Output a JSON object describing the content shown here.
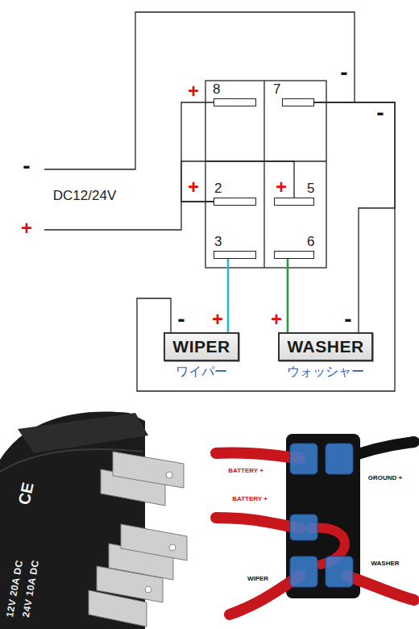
{
  "diagram": {
    "nodes": [
      {
        "text": [
          "8"
        ]
      },
      {
        "text": [
          "7"
        ]
      },
      {
        "text": [
          "2"
        ]
      },
      {
        "text": [
          "5"
        ]
      },
      {
        "text": [
          "3"
        ]
      },
      {
        "text": [
          "6"
        ]
      },
      {
        "text": [
          "WIPER",
          "ワイパー"
        ]
      },
      {
        "text": [
          "WASHER",
          "ウォッシャー"
        ]
      }
    ],
    "edges": [
      {
        "from": 4,
        "to": 6,
        "arrow": "none"
      },
      {
        "from": 5,
        "to": 7,
        "arrow": "none"
      },
      {
        "from": 1,
        "to": 6,
        "arrow": "none"
      },
      {
        "from": 1,
        "to": 7,
        "arrow": "none"
      },
      {
        "from": 2,
        "to": 0,
        "arrow": "none"
      },
      {
        "from": 2,
        "to": 3,
        "arrow": "none"
      }
    ],
    "labels": [
      "+",
      "-",
      "-",
      "-",
      "DC12/24V",
      "+",
      "+",
      "+",
      "-",
      "+",
      "+",
      "-",
      "CE",
      "12V 20A DC",
      "24V 10A DC",
      "BATTERY +",
      "BATTERY +",
      "GROUND +",
      "WIPER",
      "WASHER"
    ]
  }
}
